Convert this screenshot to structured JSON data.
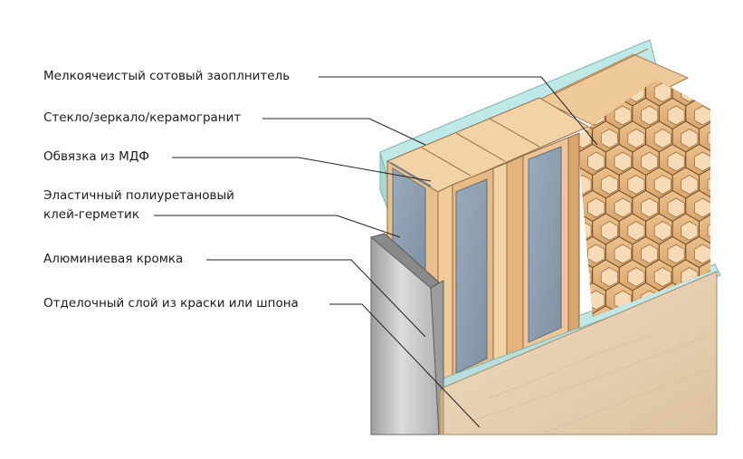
{
  "labels": {
    "honeycomb": "Мелкоячеистый сотовый заоплнитель",
    "glass": "Стекло/зеркало/керамогранит",
    "mdf_frame": "Обвязка из МДФ",
    "sealant_line1": "Эластичный полиуретановый",
    "sealant_line2": "клей-герметик",
    "aluminium_edge": "Алюминиевая кромка",
    "finish_layer": "Отделочный слой из краски или шпона"
  },
  "colors": {
    "glass_edge": "#bfe9e6",
    "wood_light": "#f3d2a6",
    "wood_mid": "#e8bd86",
    "wood_shadow": "#c99560",
    "glass_pane": "#8c9fb0",
    "aluminium": "#c4c4c4",
    "veneer": "#ecd8bd",
    "leader_line": "#222222"
  }
}
